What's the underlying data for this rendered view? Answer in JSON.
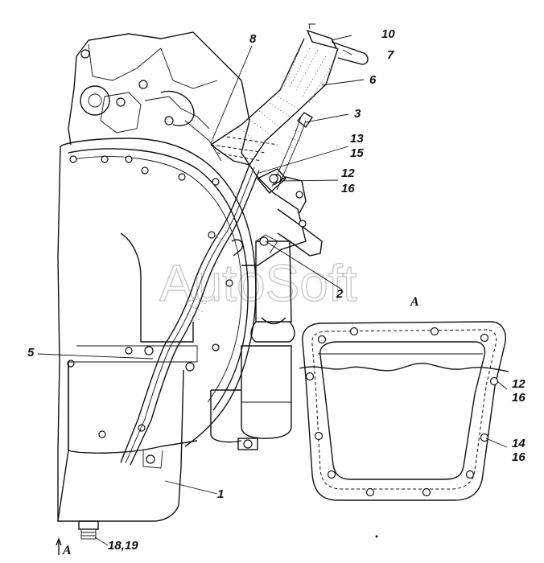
{
  "diagram": {
    "watermark": "AutoSoft",
    "view_label": "A",
    "view_arrow_label": "A",
    "callouts": {
      "c1": "1",
      "c2": "2",
      "c3": "3",
      "c5": "5",
      "c6": "6",
      "c7": "7",
      "c8": "8",
      "c10": "10",
      "c12": "12",
      "c13": "13",
      "c14": "14",
      "c15": "15",
      "c16": "16",
      "c18_19": "18,19",
      "detail_12": "12",
      "detail_16a": "16",
      "detail_14": "14",
      "detail_16b": "16"
    }
  }
}
